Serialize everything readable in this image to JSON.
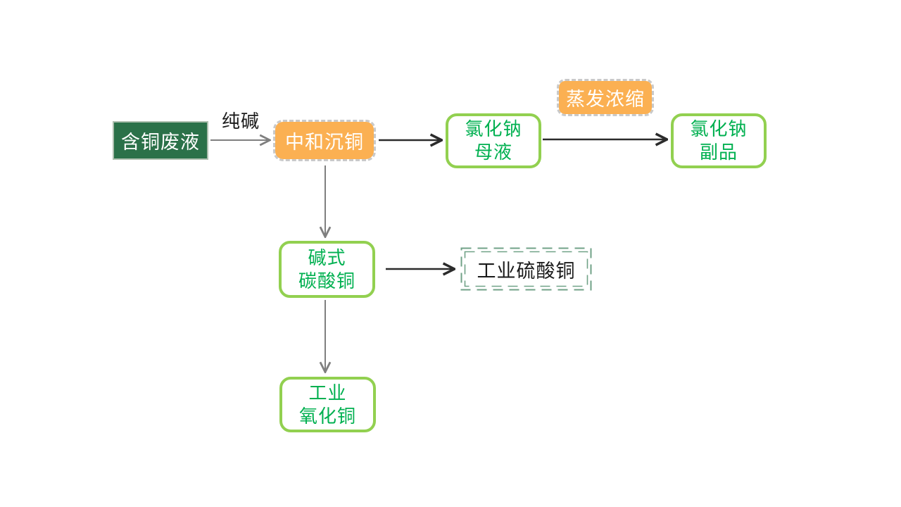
{
  "diagram": {
    "nodes": {
      "waste_liquid": {
        "label": "含铜废液",
        "type": "start",
        "fill": "#2B7149",
        "text_color": "#FFFFFF"
      },
      "neutralize": {
        "label": "中和沉铜",
        "type": "process",
        "fill": "#FBB052",
        "text_color": "#FFFFFF"
      },
      "nacl_mother": {
        "line1": "氯化钠",
        "line2": "母液",
        "type": "outcome",
        "border": "#92D050",
        "text_color": "#00B050"
      },
      "evaporate": {
        "label": "蒸发浓缩",
        "type": "process-label",
        "fill": "#FBB052",
        "text_color": "#FFFFFF"
      },
      "nacl_byproduct": {
        "line1": "氯化钠",
        "line2": "副品",
        "type": "outcome",
        "border": "#92D050",
        "text_color": "#00B050"
      },
      "copper_carbonate": {
        "line1": "碱式",
        "line2": "碳酸铜",
        "type": "outcome",
        "border": "#92D050",
        "text_color": "#00B050"
      },
      "copper_sulfate": {
        "label": "工业硫酸铜",
        "type": "optional-product",
        "border": "#70A287",
        "text_color": "#1A1A1A"
      },
      "copper_oxide": {
        "line1": "工业",
        "line2": "氧化铜",
        "type": "outcome",
        "border": "#92D050",
        "text_color": "#00B050"
      }
    },
    "edge_labels": {
      "soda_ash": "纯碱"
    },
    "edges": [
      {
        "from": "含铜废液",
        "to": "中和沉铜",
        "label": "纯碱",
        "color": "gray"
      },
      {
        "from": "中和沉铜",
        "to": "氯化钠母液",
        "label": "",
        "color": "black"
      },
      {
        "from": "氯化钠母液",
        "to": "氯化钠副品",
        "label": "蒸发浓缩",
        "color": "black"
      },
      {
        "from": "中和沉铜",
        "to": "碱式碳酸铜",
        "label": "",
        "color": "gray"
      },
      {
        "from": "碱式碳酸铜",
        "to": "工业硫酸铜",
        "label": "",
        "color": "black"
      },
      {
        "from": "碱式碳酸铜",
        "to": "工业氧化铜",
        "label": "",
        "color": "gray"
      }
    ],
    "colors": {
      "background": "#FFFFFF",
      "dark_green_fill": "#2B7149",
      "orange_fill": "#FBB052",
      "dashed_gray_border": "#C9C9C9",
      "green_border": "#92D050",
      "green_text": "#00B050",
      "sulfate_dashed_border": "#70A287",
      "arrow_gray": "#7F7F7F",
      "arrow_black": "#2B2B2B"
    }
  }
}
